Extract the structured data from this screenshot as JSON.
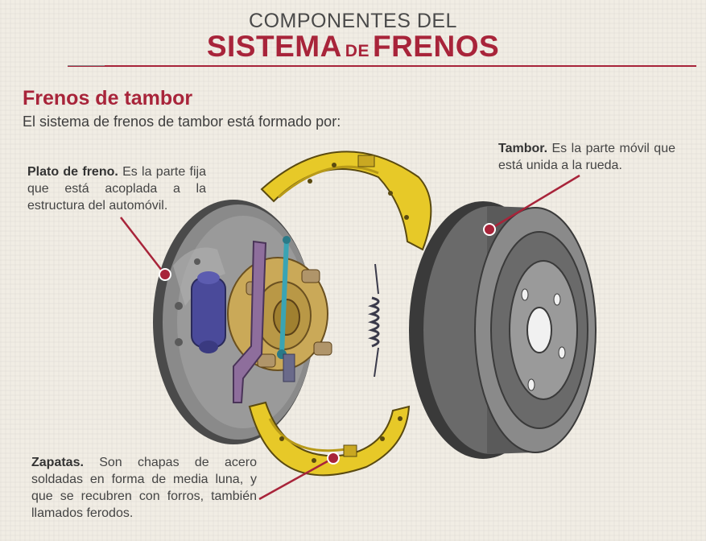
{
  "header": {
    "title_line1": "COMPONENTES DEL",
    "title_word1": "SISTEMA",
    "title_connector": "DE",
    "title_word2": "FRENOS"
  },
  "section": {
    "heading": "Frenos de tambor",
    "intro": "El sistema de frenos de tambor está formado por:"
  },
  "callouts": {
    "plato": {
      "term": "Plato de freno.",
      "text": " Es la parte fija que está acoplada a la estructura del automóvil."
    },
    "tambor": {
      "term": "Tambor.",
      "text": " Es la parte móvil que está unida a la rueda."
    },
    "zapatas": {
      "term": "Zapatas.",
      "text": " Son chapas de acero soldadas en forma de media luna, y que se recubren con forros, también llamados ferodos."
    }
  },
  "colors": {
    "accent": "#a8243a",
    "shoe": "#e7c928",
    "plate": "#7c7c7c",
    "drum": "#6a6a6a",
    "cylinder": "#4a4a9a",
    "lever": "#8e6e9c",
    "spring_blue": "#3aa4b4"
  }
}
